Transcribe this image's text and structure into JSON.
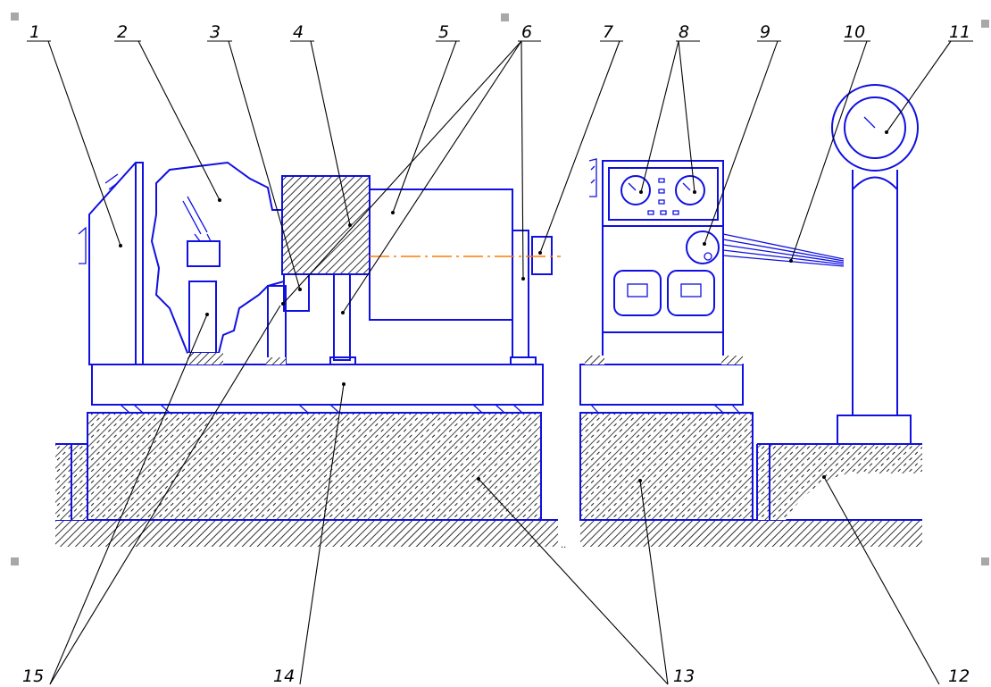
{
  "colors": {
    "outline": "#1010e0",
    "leader": "#000000",
    "centerline": "#ff7a00",
    "hatch": "#1a1a1a",
    "background": "#ffffff",
    "selection_handle": "#a8a8a8"
  },
  "callouts": [
    {
      "id": "c1",
      "label": "1"
    },
    {
      "id": "c2",
      "label": "2"
    },
    {
      "id": "c3",
      "label": "3"
    },
    {
      "id": "c4",
      "label": "4"
    },
    {
      "id": "c5",
      "label": "5"
    },
    {
      "id": "c6",
      "label": "6"
    },
    {
      "id": "c7",
      "label": "7"
    },
    {
      "id": "c8",
      "label": "8"
    },
    {
      "id": "c9",
      "label": "9"
    },
    {
      "id": "c10",
      "label": "10"
    },
    {
      "id": "c11",
      "label": "11"
    },
    {
      "id": "c12",
      "label": "12"
    },
    {
      "id": "c13",
      "label": "13"
    },
    {
      "id": "c14",
      "label": "14"
    },
    {
      "id": "c15",
      "label": "15"
    }
  ]
}
